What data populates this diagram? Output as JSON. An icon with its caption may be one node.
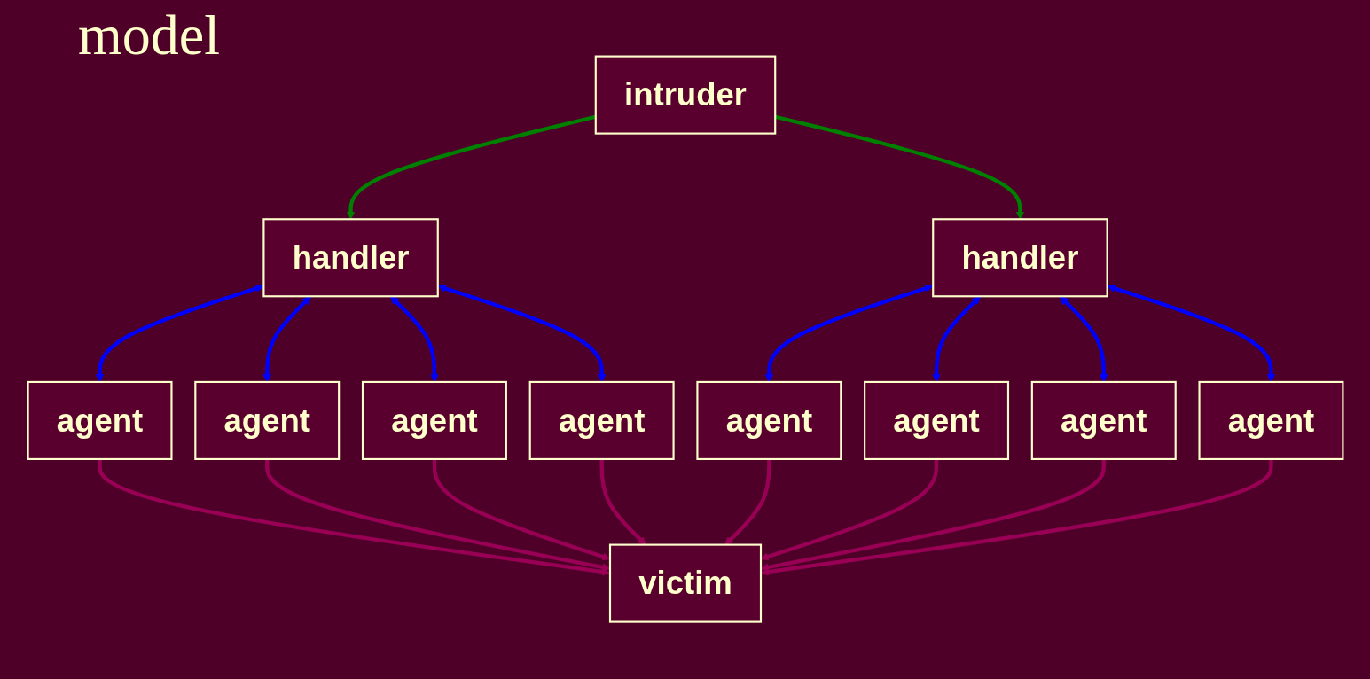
{
  "diagram": {
    "title": "model",
    "nodes": [
      {
        "text": [
          "intruder"
        ]
      },
      {
        "text": [
          "handler"
        ]
      },
      {
        "text": [
          "handler"
        ]
      },
      {
        "text": [
          "agent"
        ]
      },
      {
        "text": [
          "agent"
        ]
      },
      {
        "text": [
          "agent"
        ]
      },
      {
        "text": [
          "agent"
        ]
      },
      {
        "text": [
          "agent"
        ]
      },
      {
        "text": [
          "agent"
        ]
      },
      {
        "text": [
          "agent"
        ]
      },
      {
        "text": [
          "agent"
        ]
      },
      {
        "text": [
          "victim"
        ]
      }
    ],
    "edges": [
      {
        "from": 0,
        "to": 1,
        "arrow": "to",
        "color": "#008000"
      },
      {
        "from": 0,
        "to": 2,
        "arrow": "to",
        "color": "#008000"
      },
      {
        "from": 1,
        "to": 3,
        "arrow": "both",
        "color": "#0000ff"
      },
      {
        "from": 1,
        "to": 4,
        "arrow": "both",
        "color": "#0000ff"
      },
      {
        "from": 1,
        "to": 5,
        "arrow": "both",
        "color": "#0000ff"
      },
      {
        "from": 1,
        "to": 6,
        "arrow": "both",
        "color": "#0000ff"
      },
      {
        "from": 2,
        "to": 7,
        "arrow": "both",
        "color": "#0000ff"
      },
      {
        "from": 2,
        "to": 8,
        "arrow": "both",
        "color": "#0000ff"
      },
      {
        "from": 2,
        "to": 9,
        "arrow": "both",
        "color": "#0000ff"
      },
      {
        "from": 2,
        "to": 10,
        "arrow": "both",
        "color": "#0000ff"
      },
      {
        "from": 3,
        "to": 11,
        "arrow": "to",
        "color": "#990055"
      },
      {
        "from": 4,
        "to": 11,
        "arrow": "to",
        "color": "#990055"
      },
      {
        "from": 5,
        "to": 11,
        "arrow": "to",
        "color": "#990055"
      },
      {
        "from": 6,
        "to": 11,
        "arrow": "to",
        "color": "#990055"
      },
      {
        "from": 7,
        "to": 11,
        "arrow": "to",
        "color": "#990055"
      },
      {
        "from": 8,
        "to": 11,
        "arrow": "to",
        "color": "#990055"
      },
      {
        "from": 9,
        "to": 11,
        "arrow": "to",
        "color": "#990055"
      },
      {
        "from": 10,
        "to": 11,
        "arrow": "to",
        "color": "#990055"
      }
    ]
  }
}
